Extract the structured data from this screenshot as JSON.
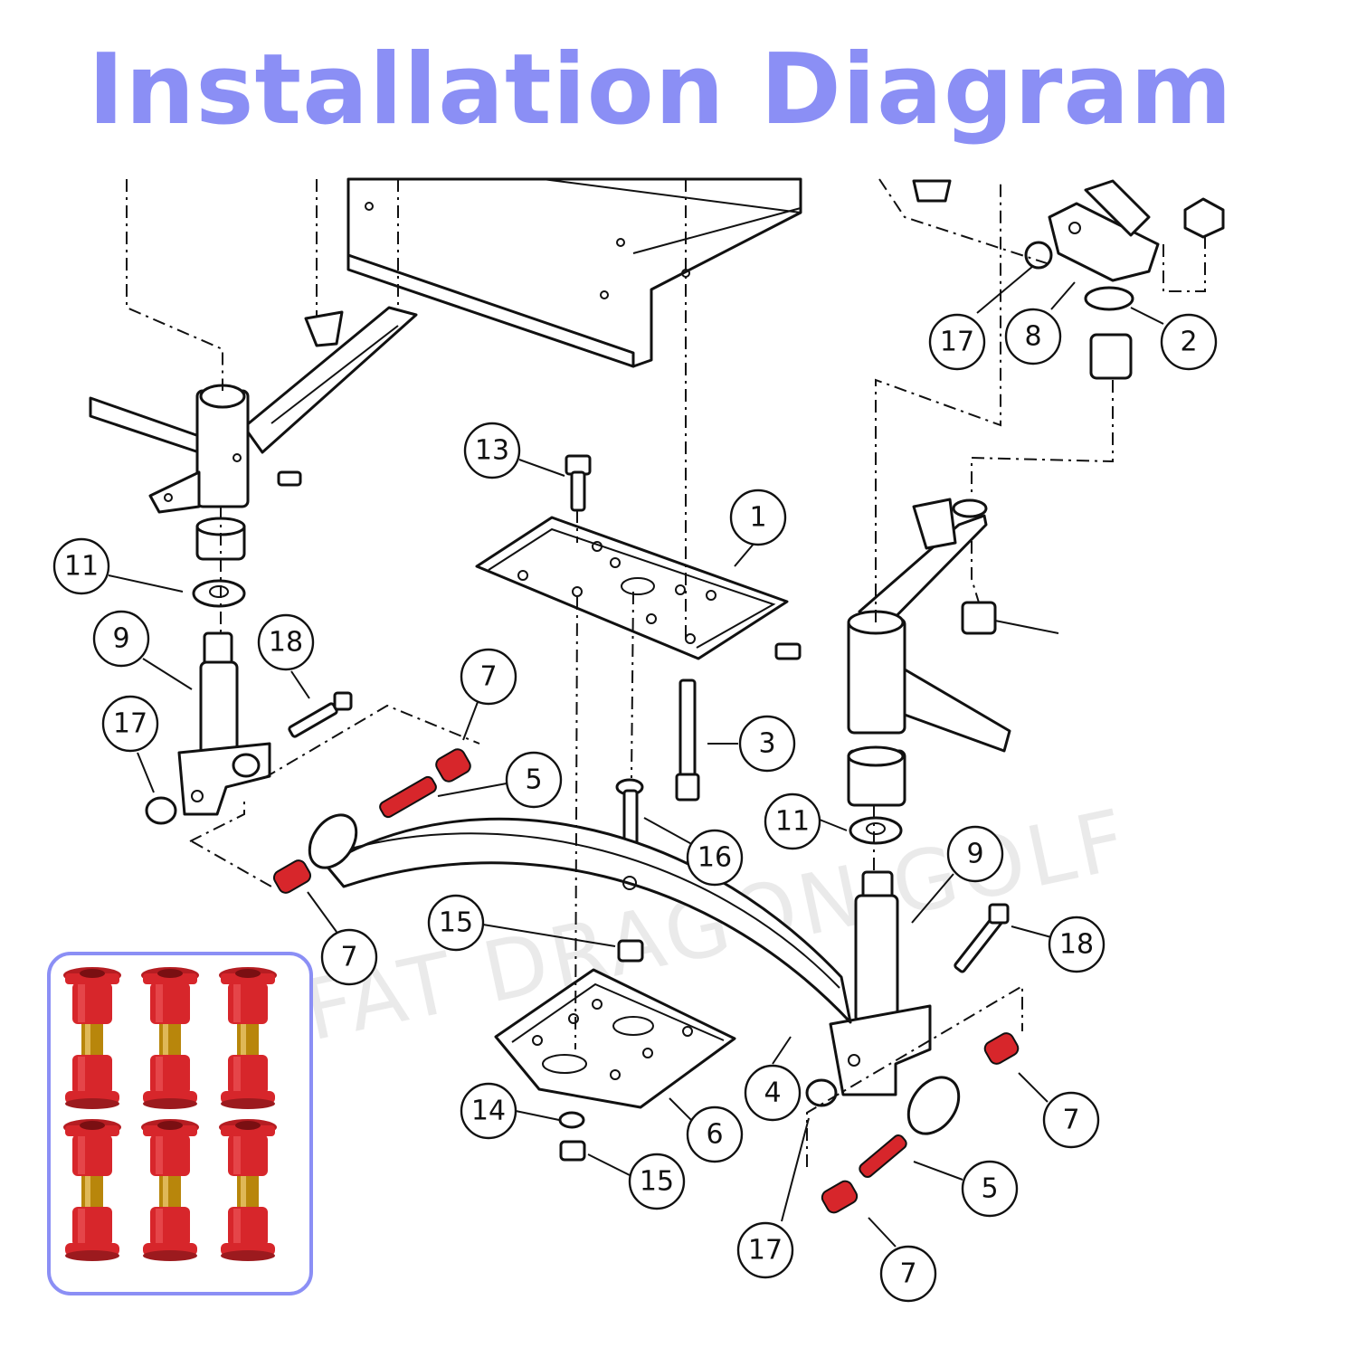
{
  "title": "Installation Diagram",
  "watermark": "FAT DRAGON GOLF",
  "callouts": [
    "1",
    "2",
    "3",
    "4",
    "5",
    "5",
    "6",
    "7",
    "7",
    "7",
    "7",
    "8",
    "9",
    "9",
    "11",
    "11",
    "13",
    "14",
    "15",
    "15",
    "16",
    "17",
    "17",
    "17",
    "18",
    "18"
  ],
  "colors": {
    "title": "#8b8ff5",
    "inset_border": "#8b8ff5",
    "bushing_red": "#d7262b",
    "brass_sleeve": "#b8860b",
    "line": "#111111"
  },
  "inset": {
    "rows": 2,
    "columns": 3,
    "item": "red-bushing-assembly"
  }
}
